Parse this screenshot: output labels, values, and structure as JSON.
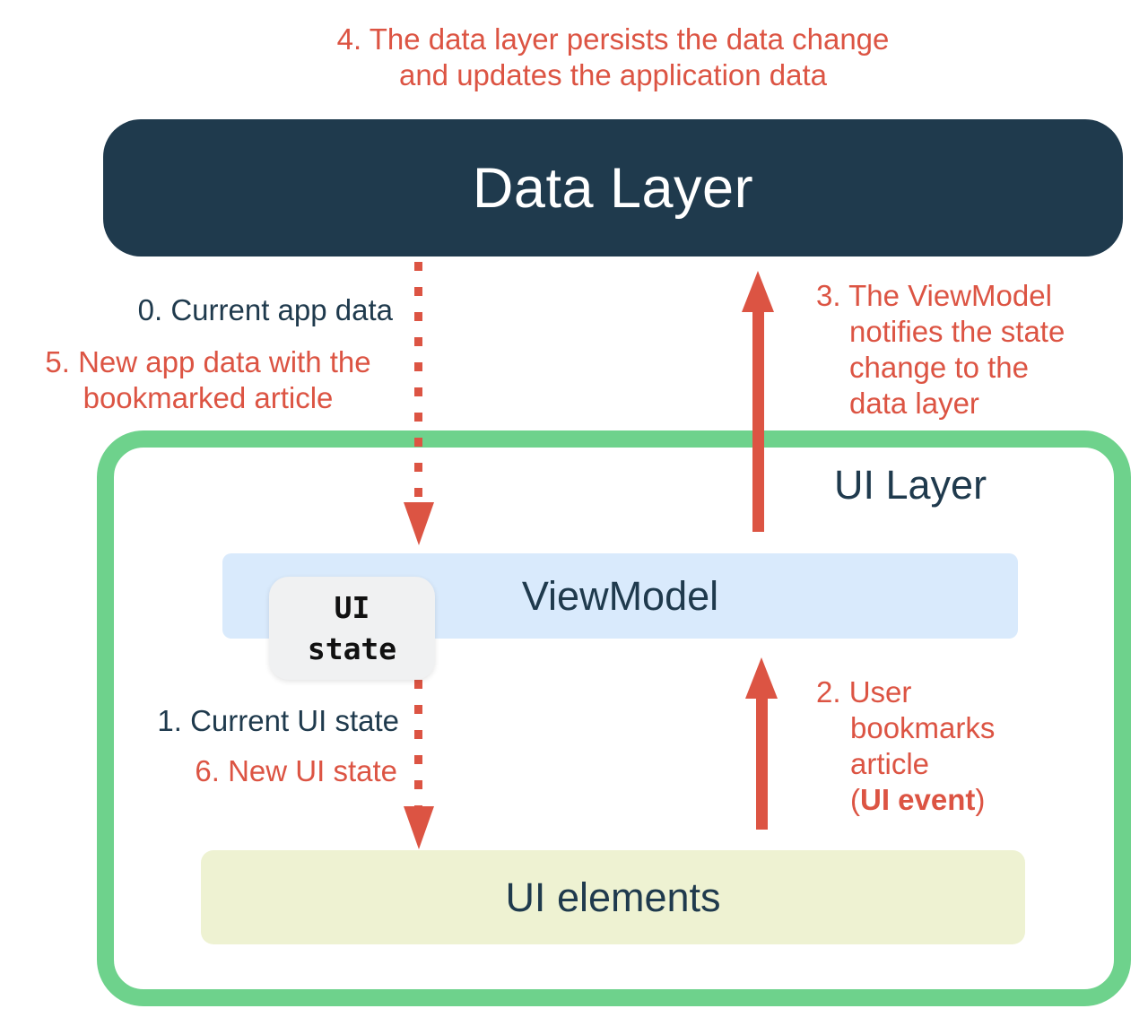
{
  "colors": {
    "navy": "#1f3a4d",
    "red": "#dc5443",
    "green": "#6ed28c",
    "light_blue": "#d9eafc",
    "light_yellow": "#eef2d2",
    "badge_gray": "#f0f1f2",
    "white": "#ffffff"
  },
  "diagram": {
    "data_layer": {
      "label": "Data Layer"
    },
    "ui_layer": {
      "label": "UI Layer"
    },
    "viewmodel": {
      "label": "ViewModel"
    },
    "ui_state_badge": {
      "lines": [
        "UI",
        "state"
      ]
    },
    "ui_elements": {
      "label": "UI elements"
    },
    "annotations": {
      "step4": {
        "lines": [
          "4. The data layer persists the data change",
          "and updates the application data"
        ]
      },
      "step0": {
        "text": "0. Current app data"
      },
      "step5": {
        "lines": [
          "5. New app data with the",
          "bookmarked article"
        ]
      },
      "step3": {
        "lines": [
          "3. The ViewModel",
          "notifies the state",
          "change to the",
          "data layer"
        ]
      },
      "step1": {
        "text": "1. Current UI state"
      },
      "step6": {
        "text": "6. New UI state"
      },
      "step2": {
        "lines": [
          "2. User",
          "bookmarks",
          "article"
        ],
        "paren_open": "(",
        "event_bold": "UI event",
        "paren_close": ")"
      }
    },
    "icons": {
      "dotted_arrow_down": "dotted-arrow-down-icon",
      "solid_arrow_up": "arrow-up-icon"
    }
  }
}
